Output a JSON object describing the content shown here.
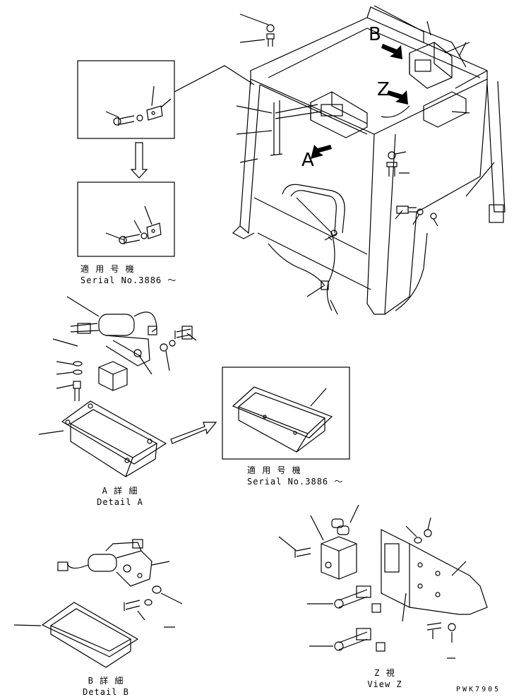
{
  "view_letters": {
    "a": "A",
    "b": "B",
    "z": "Z"
  },
  "serial_top": {
    "jp": "適 用 号 機",
    "en": "Serial No.3886 ～"
  },
  "serial_mid": {
    "jp": "適 用 号 機",
    "en": "Serial No.3886 ～"
  },
  "detail_a": {
    "jp": "A 詳 細",
    "en": "Detail A"
  },
  "detail_b": {
    "jp": "B 詳 細",
    "en": "Detail B"
  },
  "view_z": {
    "jp": "Z  視",
    "en": "View Z"
  },
  "drawing_code": "PWK7905"
}
